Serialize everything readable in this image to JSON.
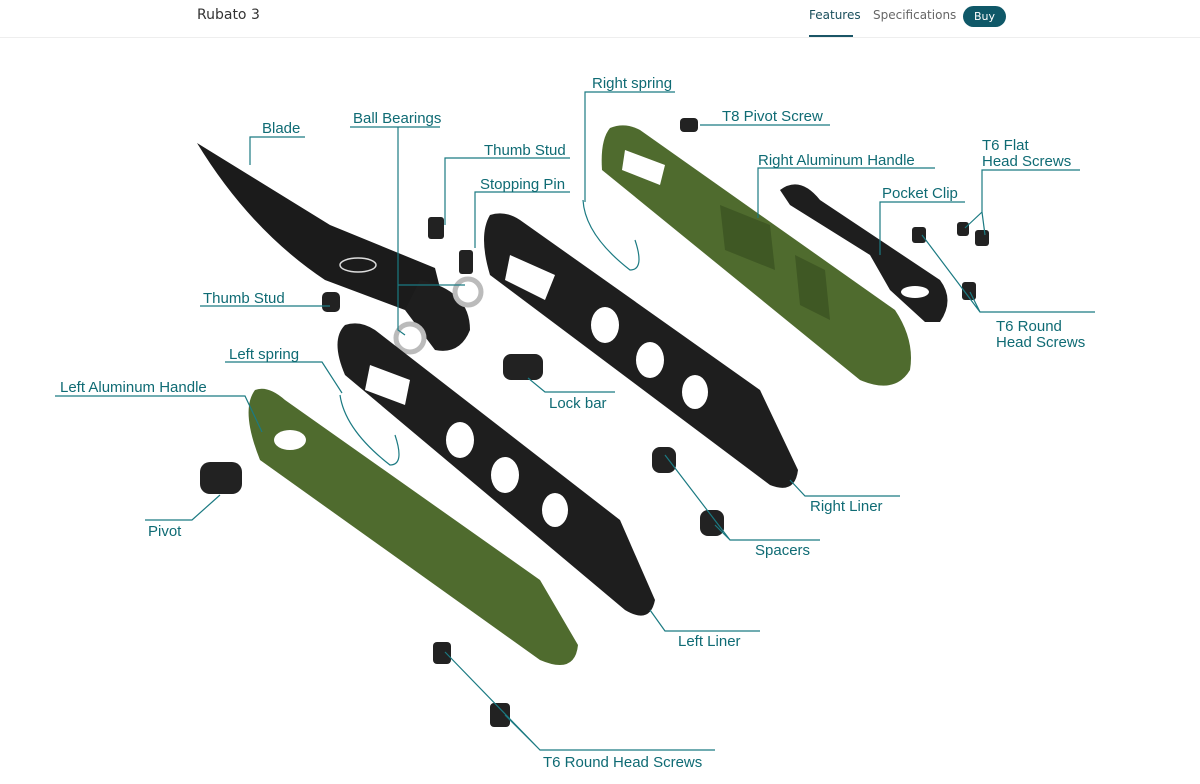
{
  "header": {
    "title": "Rubato 3",
    "nav": [
      {
        "label": "Features",
        "active": true
      },
      {
        "label": "Specifications",
        "active": false
      }
    ],
    "buy_label": "Buy"
  },
  "colors": {
    "accent": "#0f5868",
    "label": "#0f6b74",
    "handle_green": "#4f6b2e"
  },
  "parts": {
    "blade": "Blade",
    "ball_bearings": "Ball Bearings",
    "thumb_stud_top": "Thumb Stud",
    "stopping_pin": "Stopping Pin",
    "right_spring": "Right spring",
    "t8_pivot_screw": "T8 Pivot Screw",
    "right_handle": "Right Aluminum Handle",
    "t6_flat_1": "T6 Flat",
    "t6_flat_2": "Head Screws",
    "pocket_clip": "Pocket Clip",
    "t6_round_r1": "T6 Round",
    "t6_round_r2": "Head Screws",
    "thumb_stud_left": "Thumb Stud",
    "left_spring": "Left spring",
    "left_handle": "Left Aluminum Handle",
    "lock_bar": "Lock bar",
    "pivot": "Pivot",
    "right_liner": "Right Liner",
    "spacers": "Spacers",
    "left_liner": "Left Liner",
    "t6_round_bottom": "T6 Round Head Screws"
  }
}
